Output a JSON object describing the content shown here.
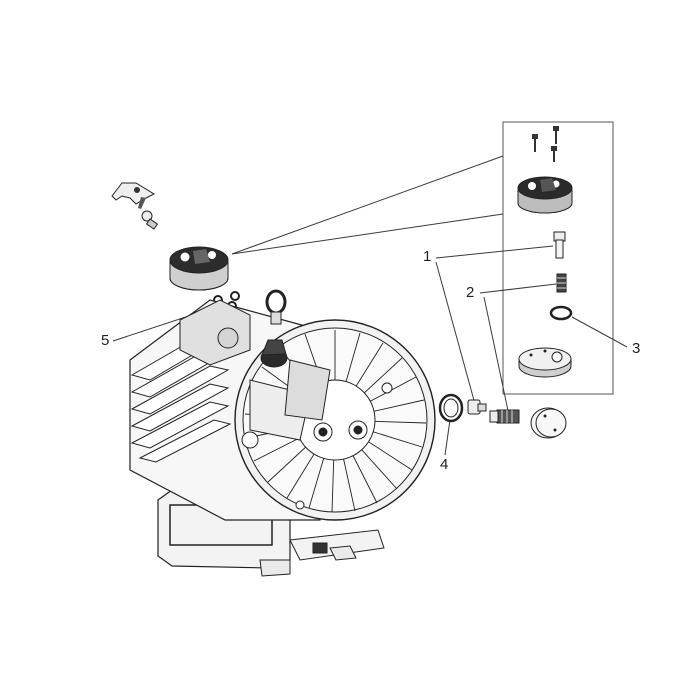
{
  "callouts": {
    "c1": "1",
    "c2": "2",
    "c3": "3",
    "c4": "4",
    "c5": "5"
  },
  "colors": {
    "line": "#3a3a3a",
    "fill_light": "#f4f4f4",
    "fill_mid": "#d9d9d9",
    "fill_dark": "#2a2a2a"
  },
  "icons": {
    "main": "scroll-pump-exploded-view",
    "parts": [
      "valve-housing",
      "valve-pin",
      "valve-spring",
      "o-ring",
      "valve-cap",
      "seal-ring",
      "screw"
    ]
  }
}
